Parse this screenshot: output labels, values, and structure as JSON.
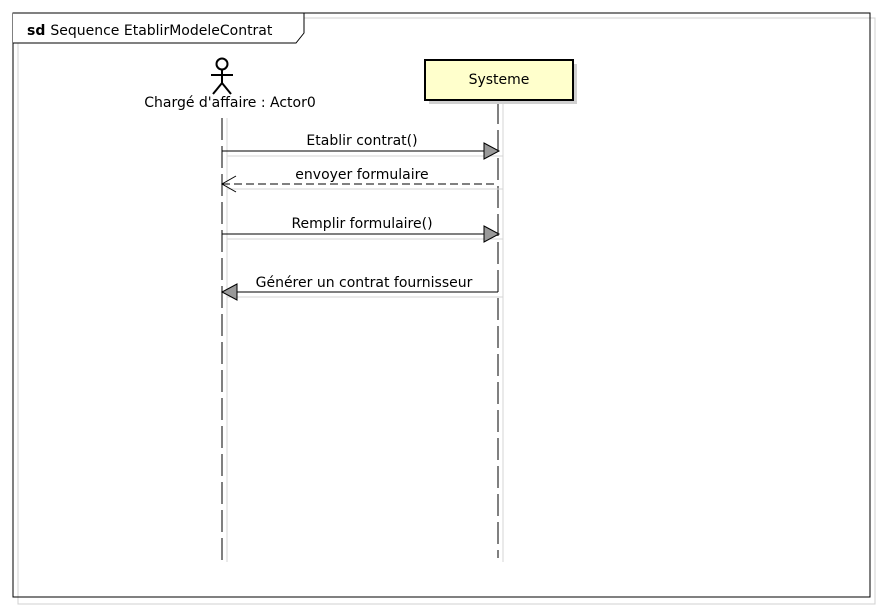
{
  "frame": {
    "keyword": "sd",
    "title": "Sequence EtablirModeleContrat"
  },
  "lifelines": [
    {
      "id": "actor",
      "kind": "actor",
      "label": "Chargé d'affaire : Actor0"
    },
    {
      "id": "systeme",
      "kind": "object",
      "label": "Systeme"
    }
  ],
  "messages": [
    {
      "label": "Etablir contrat()",
      "from": "actor",
      "to": "systeme",
      "kind": "sync"
    },
    {
      "label": "envoyer formulaire",
      "from": "systeme",
      "to": "actor",
      "kind": "reply"
    },
    {
      "label": "Remplir formulaire()",
      "from": "actor",
      "to": "systeme",
      "kind": "sync"
    },
    {
      "label": "Générer un contrat fournisseur",
      "from": "systeme",
      "to": "actor",
      "kind": "sync"
    }
  ],
  "colors": {
    "object_fill": "#ffffcc",
    "arrow_head": "#999999",
    "shadow": "#d4d4d4",
    "line": "#000000"
  }
}
